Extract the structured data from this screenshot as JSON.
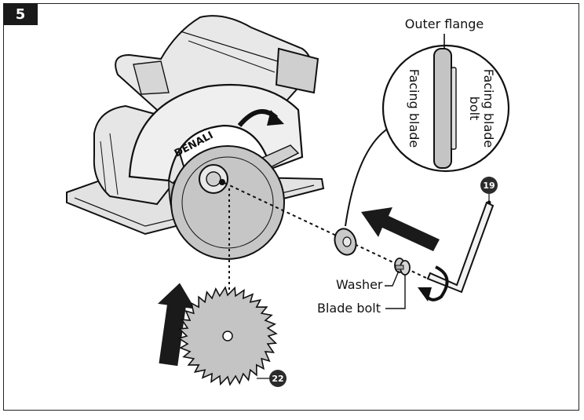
{
  "step_number": "5",
  "labels": {
    "outer_flange": "Outer flange",
    "facing_blade_left": "Facing blade",
    "facing_blade_right_line1": "Facing blade",
    "facing_blade_right_line2": "bolt",
    "washer": "Washer",
    "blade_bolt": "Blade bolt",
    "brand": "DENALI"
  },
  "callouts": {
    "hex_key": "19",
    "saw_blade": "22"
  },
  "colors": {
    "ink": "#111111",
    "blade_fill": "#c8c8c8",
    "tool_fill": "#e6e6e6",
    "badge_bg": "#1a1a1a",
    "arrow_fill": "#1a1a1a"
  }
}
